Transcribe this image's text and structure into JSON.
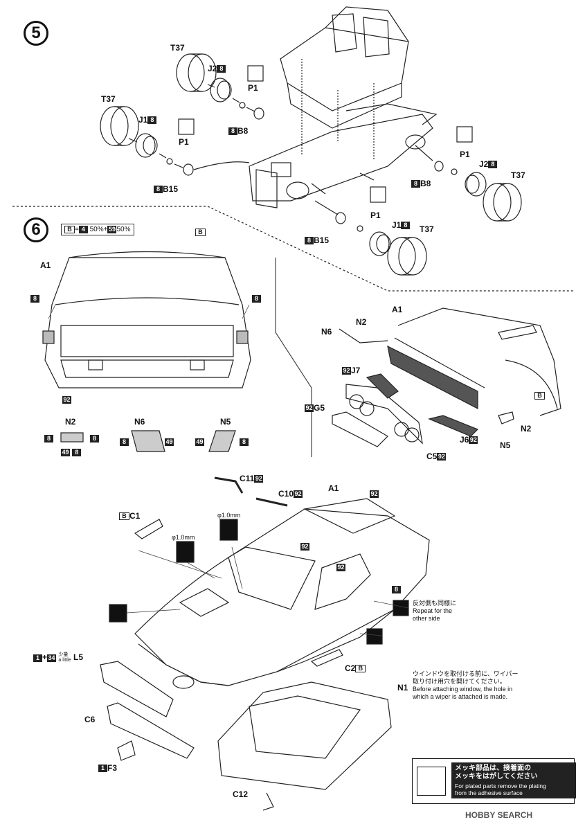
{
  "steps": {
    "s5": "5",
    "s6": "6"
  },
  "legend": {
    "part": "B",
    "c1": "4",
    "p1": "50%",
    "c2": "59",
    "p2": "50%"
  },
  "s5_labels": {
    "t37_a": "T37",
    "j2_a": "J2",
    "j2_a_c": "8",
    "p1_a": "P1",
    "b8_a": "B8",
    "b8_a_c": "8",
    "t37_b": "T37",
    "j1_b": "J1",
    "j1_b_c": "8",
    "p1_b": "P1",
    "b15_b": "B15",
    "b15_b_c": "8",
    "p1_c": "P1",
    "j2_c": "J2",
    "j2_c_c": "8",
    "t37_c": "T37",
    "b8_c": "B8",
    "b8_c_c": "8",
    "p1_d": "P1",
    "j1_d": "J1",
    "j1_d_c": "8",
    "t37_d": "T37",
    "b15_d": "B15",
    "b15_d_c": "8"
  },
  "s6_labels": {
    "a1_rear": "A1",
    "b_rear": "B",
    "c8_left": "8",
    "c8_right": "8",
    "c92_rear": "92",
    "n2": "N2",
    "n6": "N6",
    "n5": "N5",
    "n2_c8l": "8",
    "n2_c8r": "8",
    "n2_c49": "49",
    "n2_c8b": "8",
    "n6_c8": "8",
    "n6_c49": "49",
    "n5_c49": "49",
    "n5_c8": "8",
    "a1_front": "A1",
    "n2_front": "N2",
    "n6_front": "N6",
    "j7": "J7",
    "j7_c": "92",
    "g5": "G5",
    "g5_c": "92",
    "c5": "C5",
    "c5_c": "92",
    "j6": "J6",
    "j6_c": "92",
    "n5_front": "N5",
    "n2_front2": "N2",
    "b_front": "B"
  },
  "s7_labels": {
    "c11": "C11",
    "c11_c": "92",
    "c10": "C10",
    "c10_c": "92",
    "a1": "A1",
    "a1_c": "92",
    "c1": "C1",
    "c1_c": "B",
    "drill1": "φ1.0mm",
    "drill2": "φ1.0mm",
    "c92_a": "92",
    "c92_b": "92",
    "c8": "8",
    "l5": "L5",
    "mix_c1": "1",
    "mix_plus": "+",
    "mix_c2": "34",
    "mix_jp": "少量",
    "mix_en": "a little",
    "c6": "C6",
    "f3": "F3",
    "f3_c": "1",
    "c2": "C2",
    "c2_c": "B",
    "n1": "N1",
    "c12": "C12"
  },
  "notes": {
    "repeat_jp": "反対側も同様に",
    "repeat_en1": "Repeat for the",
    "repeat_en2": "other side",
    "wiper_jp1": "ウインドウを取付ける前に、ワイパー",
    "wiper_jp2": "取り付け用穴を開けてください。",
    "wiper_en1": "Before attaching window, the hole in",
    "wiper_en2": "which a wiper is attached is made."
  },
  "plated": {
    "jp1": "メッキ部品は、接着面の",
    "jp2": "メッキをはがしてください",
    "en1": "For plated parts remove the plating",
    "en2": "from the adhesive surface"
  },
  "brand": "HOBBY SEARCH"
}
